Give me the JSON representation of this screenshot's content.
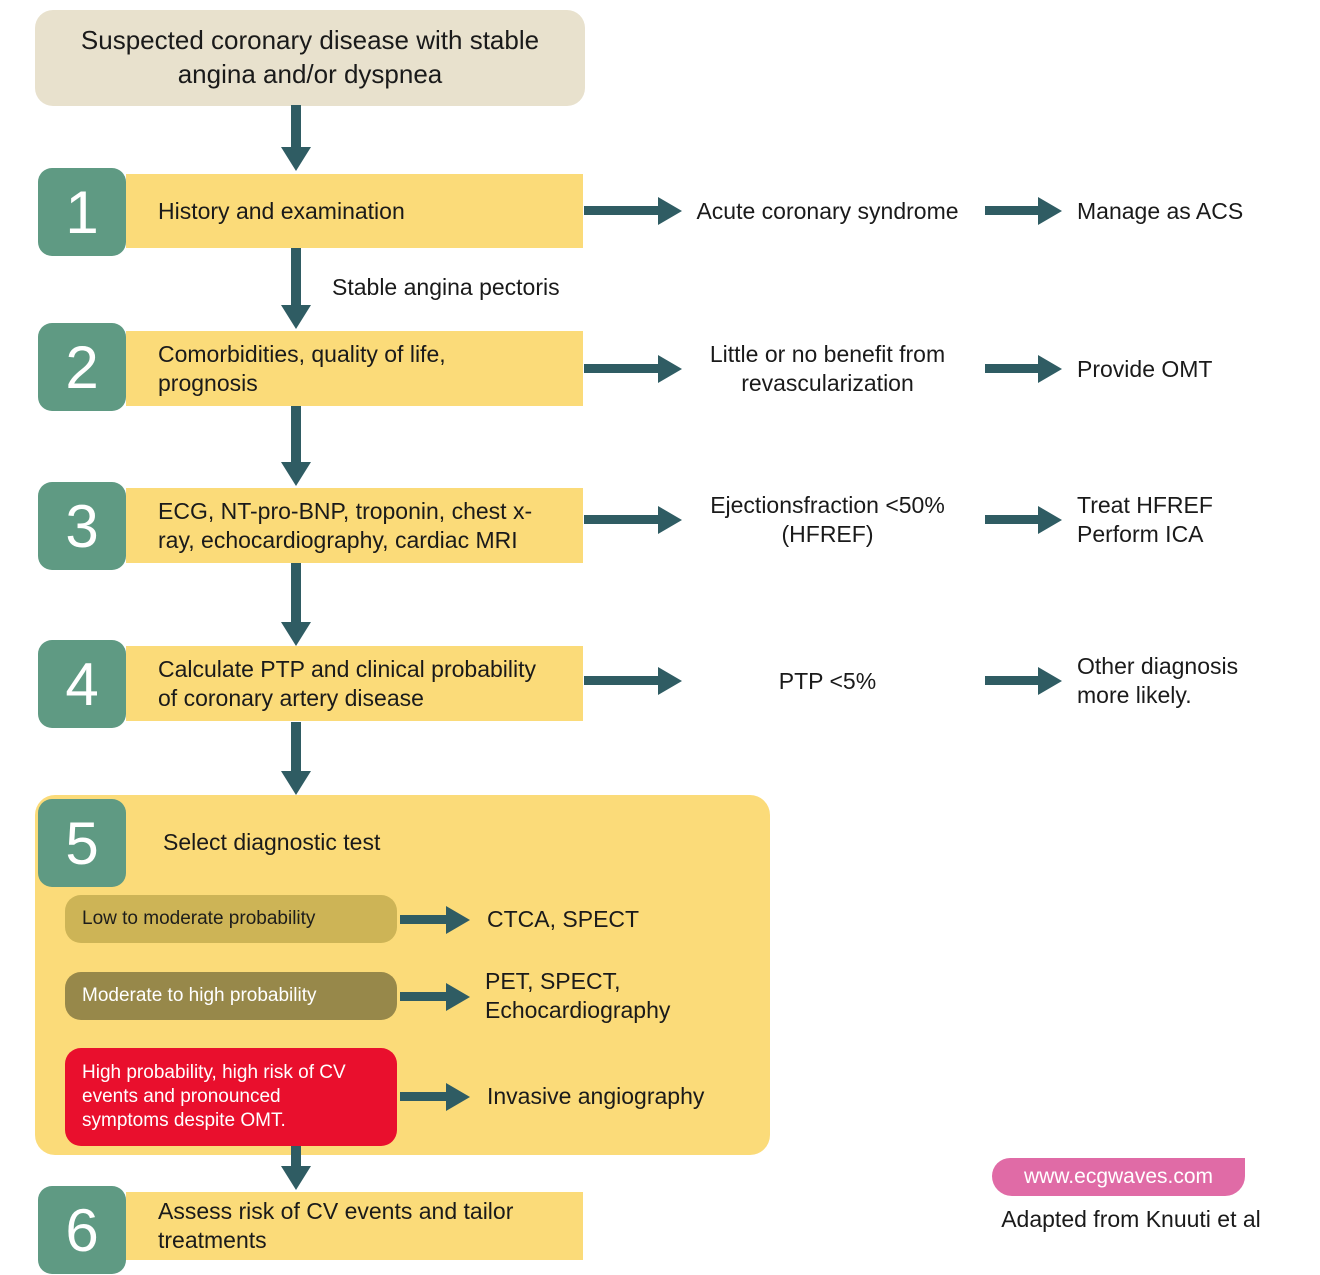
{
  "palette": {
    "step_bar_yellow": "#fbdb79",
    "number_green": "#5f9a83",
    "arrow_teal": "#2f5c63",
    "header_beige": "#e8e1cd",
    "low_probability_mustard": "#cdb456",
    "moderate_probability_olive": "#97884a",
    "high_probability_red": "#e90f2d",
    "badge_pink": "#e06ba6"
  },
  "header": {
    "text": "Suspected coronary disease with stable\nangina and/or dyspnea"
  },
  "steps": [
    {
      "number": "1",
      "label": "History and examination",
      "condition": "Acute coronary syndrome",
      "action": "Manage as ACS",
      "edge_label": "Stable angina pectoris"
    },
    {
      "number": "2",
      "label": "Comorbidities, quality of life,\nprognosis",
      "condition": "Little or no benefit from\nrevascularization",
      "action": "Provide OMT"
    },
    {
      "number": "3",
      "label": "ECG, NT-pro-BNP, troponin, chest x-\nray, echocardiography, cardiac MRI",
      "condition": "Ejectionsfraction <50%\n(HFREF)",
      "action": "Treat HFREF\nPerform ICA"
    },
    {
      "number": "4",
      "label": "Calculate PTP and clinical probability\nof coronary artery disease",
      "condition": "PTP <5%",
      "action": "Other diagnosis\nmore likely."
    },
    {
      "number": "5",
      "label": "Select diagnostic test",
      "branches": [
        {
          "category": "Low to moderate probability",
          "tests": "CTCA, SPECT"
        },
        {
          "category": "Moderate to high probability",
          "tests": "PET, SPECT,\nEchocardiography"
        },
        {
          "category": "High probability, high risk of CV\nevents and pronounced\nsymptoms despite OMT.",
          "tests": "Invasive angiography"
        }
      ]
    },
    {
      "number": "6",
      "label": "Assess risk of CV events and tailor\ntreatments"
    }
  ],
  "footer": {
    "site_badge": "www.ecgwaves.com",
    "credit": "Adapted from Knuuti et al"
  }
}
